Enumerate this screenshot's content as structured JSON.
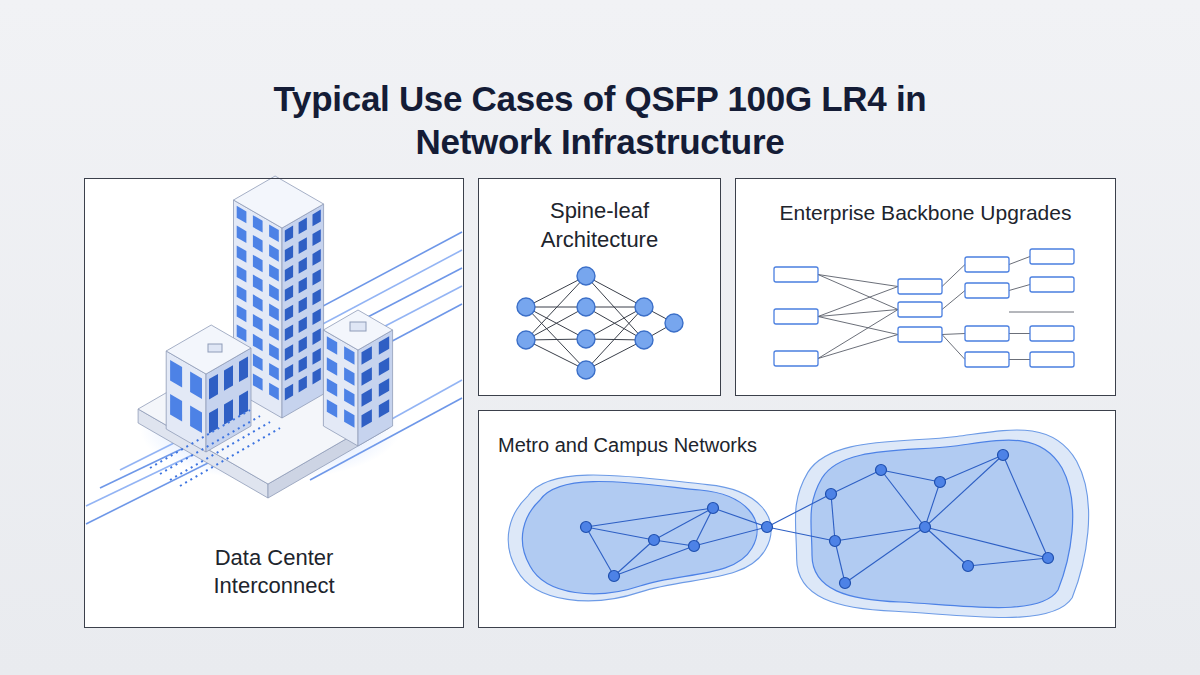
{
  "diagram": {
    "title": "Typical Use Cases of QSFP 100G LR4 in Network Infrastructure",
    "nodes": [
      {
        "text": [
          "Data Center Interconnect"
        ]
      },
      {
        "text": [
          "Spine-leaf Architecture"
        ]
      },
      {
        "text": [
          "Enterprise Backbone Upgrades"
        ]
      },
      {
        "text": [
          "Metro and Campus Networks"
        ]
      }
    ]
  }
}
